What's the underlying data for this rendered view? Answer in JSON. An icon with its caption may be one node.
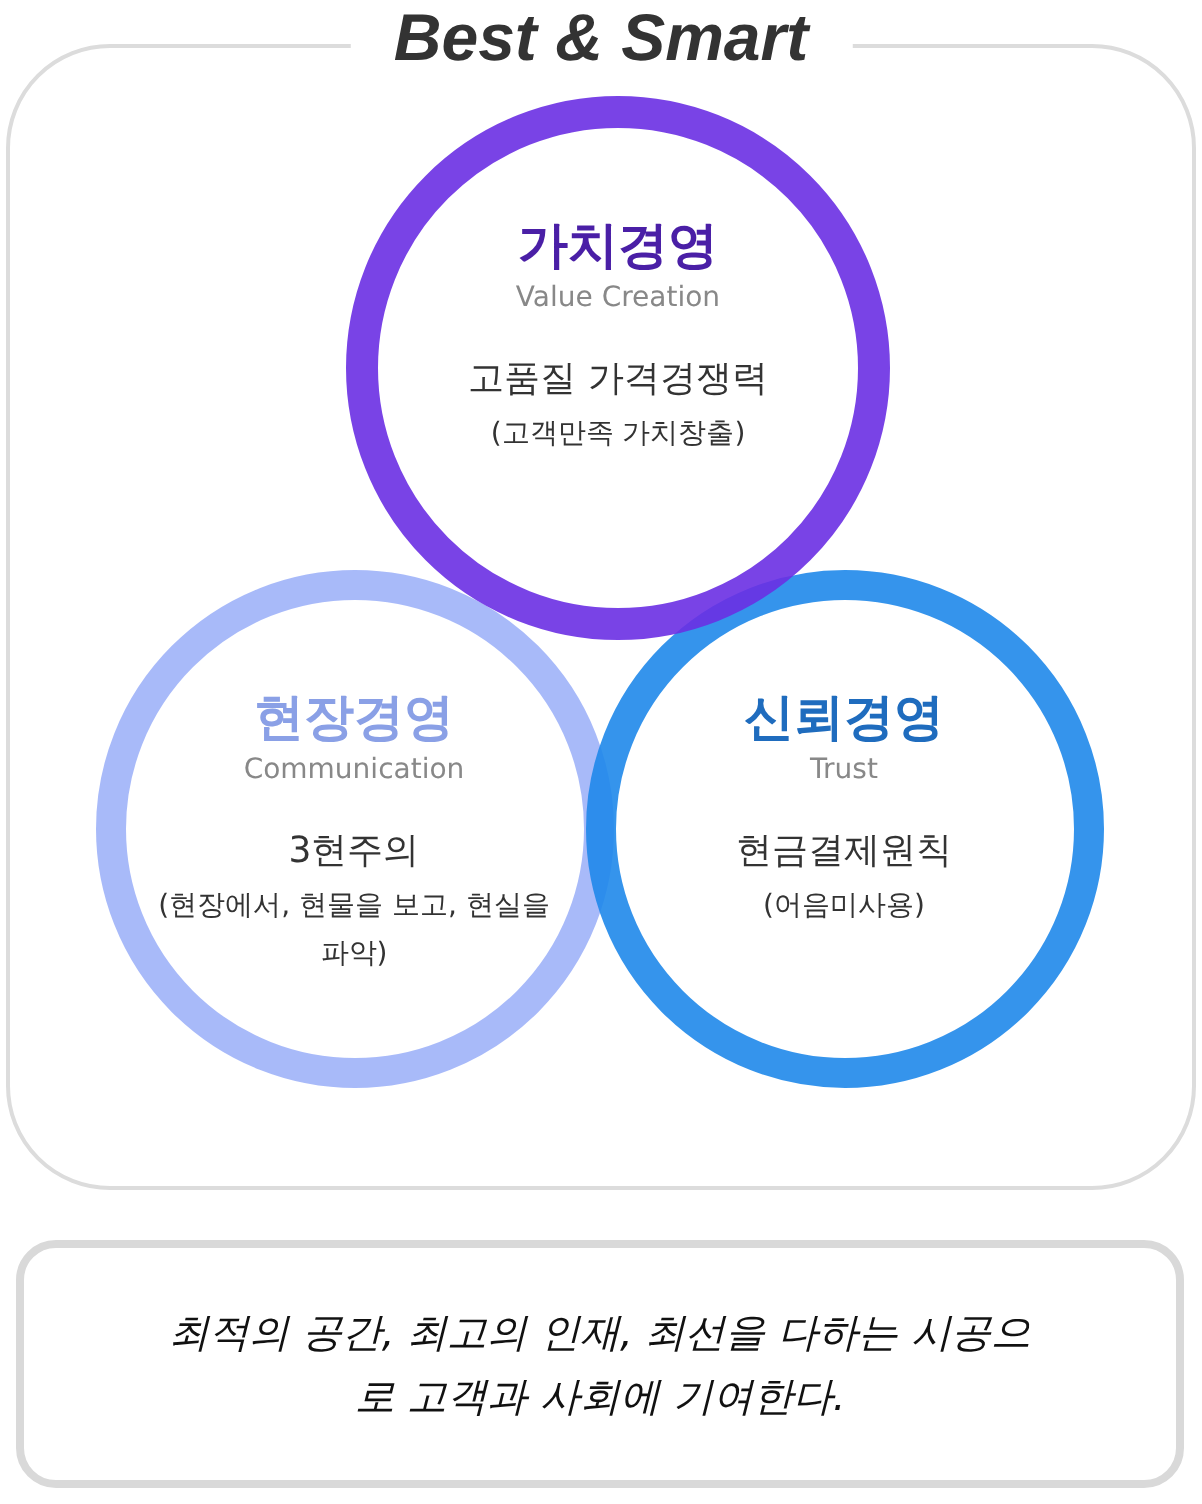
{
  "diagram": {
    "nodes": [
      {
        "text": [
          "Best & Smart"
        ]
      },
      {
        "text": [
          "가치경영",
          "Value Creation",
          "고품질 가격경쟁력",
          "(고객만족 가치창출)"
        ],
        "in": 0
      },
      {
        "text": [
          "현장경영",
          "Communication",
          "3현주의",
          "(현장에서, 현물을 보고, 현실을 파악)"
        ],
        "in": 0
      },
      {
        "text": [
          "신뢰경영",
          "Trust",
          "현금결제원칙",
          "(어음미사용)"
        ],
        "in": 0
      },
      {
        "text": [
          "최적의 공간, 최고의 인재, 최선을 다하는 시공으로 고객과 사회에 기여한다."
        ]
      }
    ]
  }
}
